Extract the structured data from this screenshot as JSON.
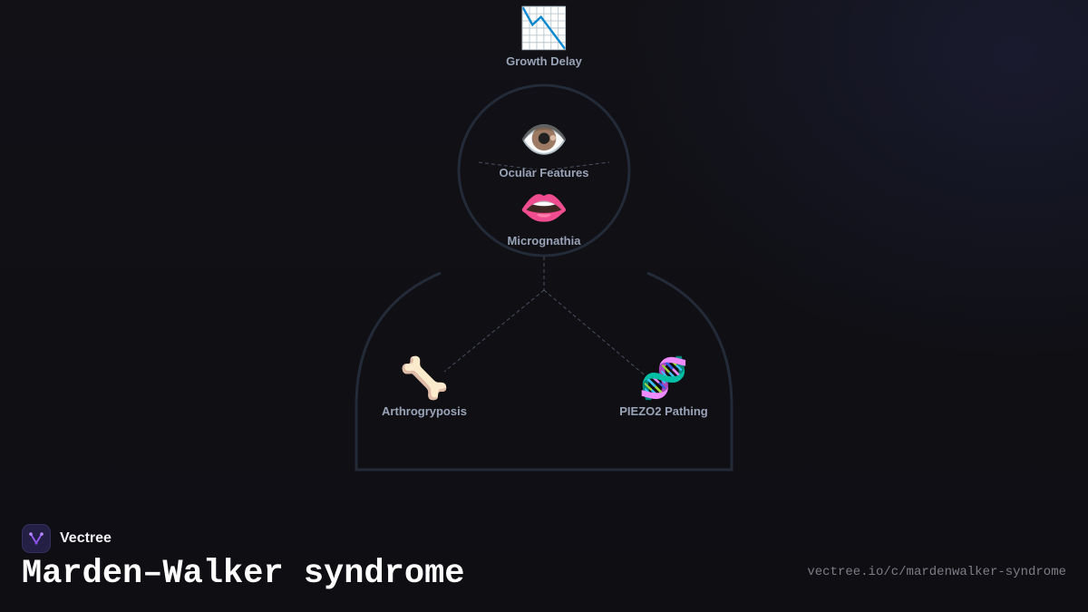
{
  "diagram": {
    "nodes": {
      "growth_delay": {
        "label": "Growth Delay",
        "emoji": "📉",
        "icon": "chart-decreasing-icon"
      },
      "ocular_features": {
        "label": "Ocular Features",
        "emoji": "👁️",
        "icon": "eye-icon"
      },
      "micrognathia": {
        "label": "Micrognathia",
        "emoji": "👄",
        "icon": "mouth-icon"
      },
      "arthrogryposis": {
        "label": "Arthrogryposis",
        "emoji": "🦴",
        "icon": "bone-icon"
      },
      "piezo2_pathing": {
        "label": "PIEZO2 Pathing",
        "emoji": "🧬",
        "icon": "dna-icon"
      }
    },
    "outline_color": "#232a38",
    "connector_color": "#4a5060"
  },
  "brand": {
    "name": "Vectree",
    "logo_icon": "vectree-logo-icon",
    "logo_color": "#9b5cf6"
  },
  "page": {
    "title": "Marden–Walker syndrome",
    "url": "vectree.io/c/mardenwalker-syndrome"
  }
}
